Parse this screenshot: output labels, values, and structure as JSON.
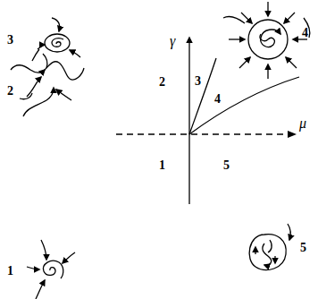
{
  "diagram": {
    "labels": [
      "3",
      "4",
      "2",
      "1",
      "5",
      "2",
      "3",
      "4",
      "1",
      "5",
      "γ",
      "μ"
    ]
  }
}
